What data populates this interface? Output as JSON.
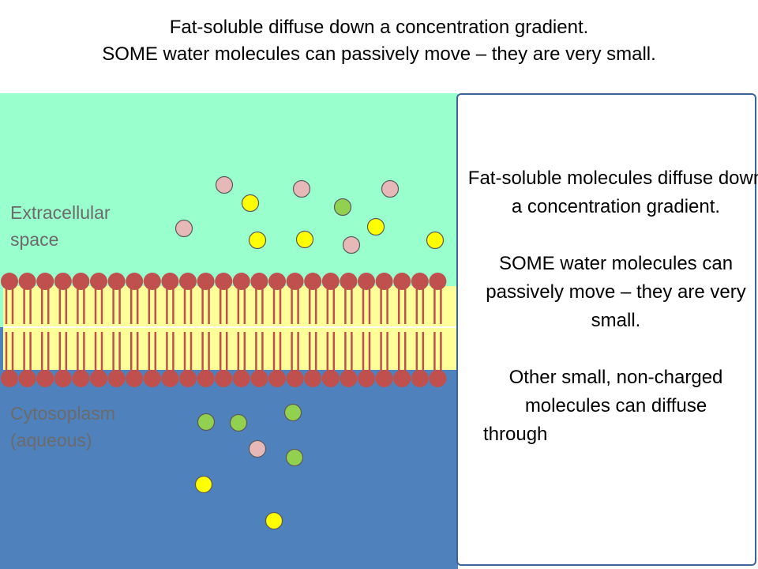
{
  "title": {
    "line1": "Fat-soluble diffuse down a concentration gradient.",
    "line2": "SOME water molecules can passively move – they are very small."
  },
  "labels": {
    "extracellular": "Extracellular\nspace",
    "cytoplasm": "Cytosoplasm\n(aqueous)"
  },
  "info_box": {
    "paragraph1": "Fat-soluble molecules diffuse down a concentration gradient.",
    "paragraph2": "SOME water molecules can passively move – they are very small.",
    "paragraph3_line1": "Other small, non-charged molecules can diffuse",
    "paragraph3_line2": "through"
  },
  "colors": {
    "extracellular": "#99ffcc",
    "cytoplasm": "#4f81bd",
    "bilayer": "#ffff99",
    "phospholipid_head": "#c0504d",
    "molecule_pink": "#e6b9b8",
    "molecule_yellow": "#ffff00",
    "molecule_green": "#92d050",
    "info_border": "#3c6496"
  }
}
